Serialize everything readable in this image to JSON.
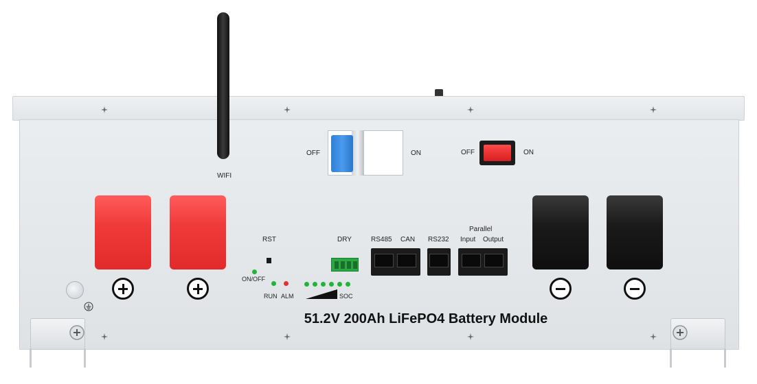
{
  "product": {
    "model_title": "51.2V 200Ah LiFePO4 Battery Module"
  },
  "antenna": {
    "label": "WIFI"
  },
  "breaker": {
    "off_label": "OFF",
    "on_label": "ON"
  },
  "power_switch": {
    "off_label": "OFF",
    "on_label": "ON"
  },
  "controls": {
    "rst_label": "RST",
    "onoff_label": "ON/OFF",
    "run_label": "RUN",
    "alm_label": "ALM",
    "dry_label": "DRY",
    "soc_label": "SOC",
    "soc_led_count": 6
  },
  "ports": {
    "rs485_label": "RS485",
    "can_label": "CAN",
    "rs232_label": "RS232",
    "parallel_label": "Parallel",
    "input_label": "Input",
    "output_label": "Output"
  },
  "terminals": {
    "positive_symbol": "+",
    "negative_symbol": "−"
  },
  "colors": {
    "chassis": "#e6e9ec",
    "terminal_positive": "#f03a3a",
    "terminal_negative": "#1a1a1a",
    "breaker_handle": "#3a8ee6",
    "rocker": "#e52424",
    "led_green": "#22b43a",
    "led_red": "#e53030"
  }
}
